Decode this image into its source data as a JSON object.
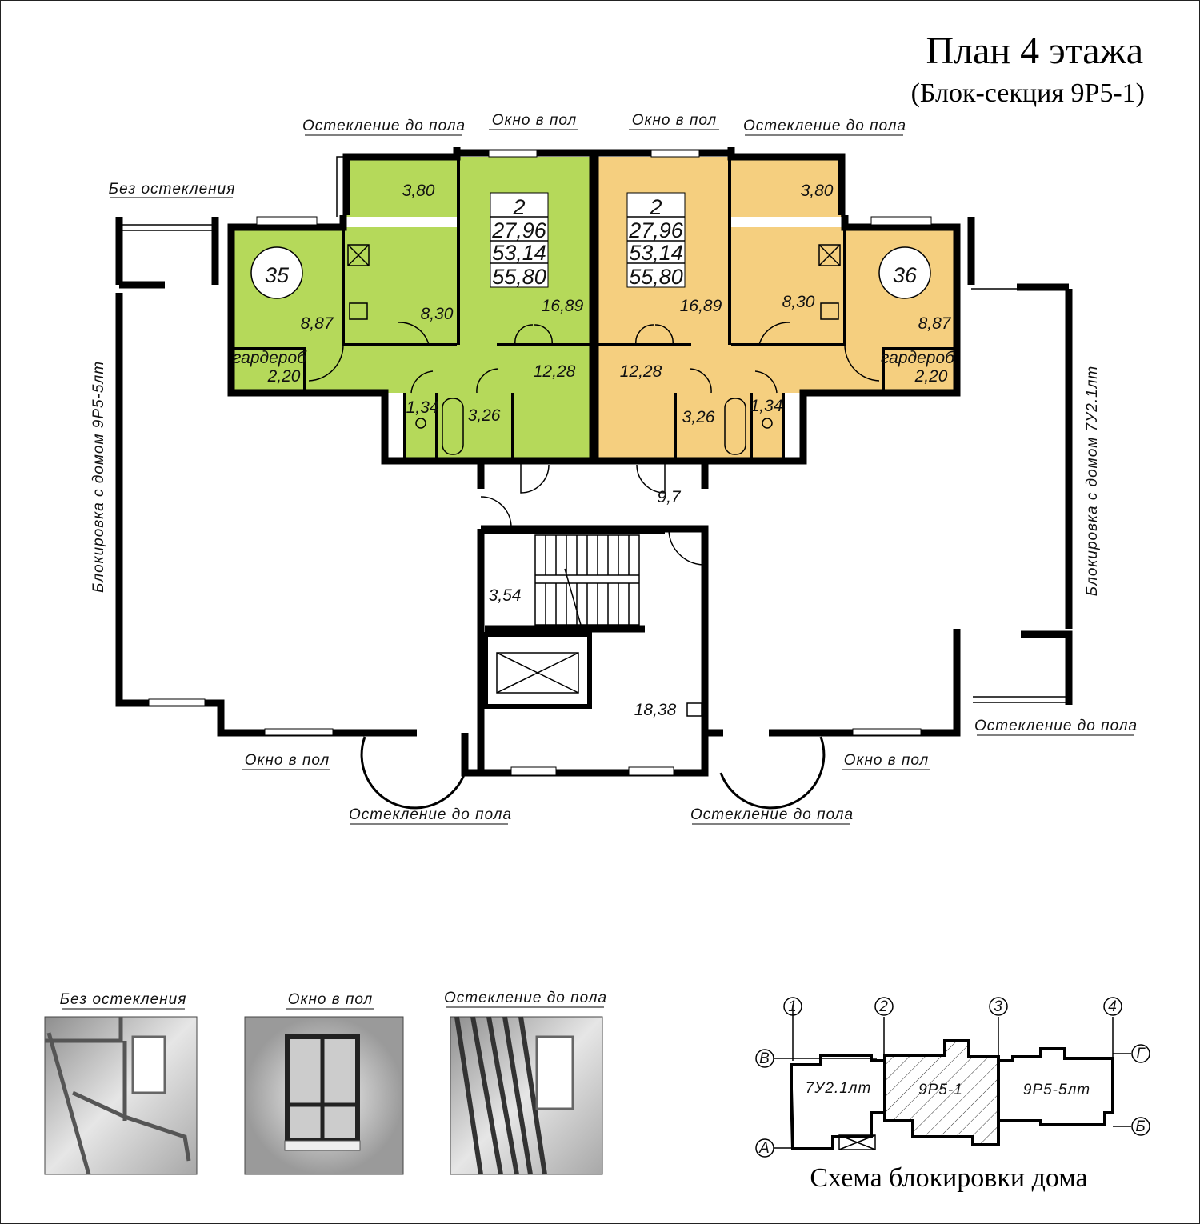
{
  "title": "План 4 этажа",
  "subtitle": "(Блок-секция 9Р5-1)",
  "colors": {
    "apartment_35": "#b5d95a",
    "apartment_36": "#f5cf7f",
    "walls": "#000000"
  },
  "glazing_labels": {
    "top_left_glazing": "Остекление до пола",
    "top_left_window": "Окно в пол",
    "top_right_window": "Окно в пол",
    "top_right_glazing": "Остекление до пола",
    "left_no_glazing": "Без остекления",
    "bottom_left_window": "Окно в пол",
    "bottom_left_glazing": "Остекление до пола",
    "bottom_right_window": "Окно в пол",
    "bottom_right_glazing": "Остекление до пола",
    "right_glazing": "Остекление до пола"
  },
  "blocking": {
    "left": "Блокировка с домом 9Р5-5лт",
    "right": "Блокировка с домом 7У2.1лт"
  },
  "apartments": [
    {
      "number": "35",
      "rooms": "2",
      "living": "27,96",
      "total": "53,14",
      "total_with_balcony": "55,80",
      "areas": {
        "balcony": "3,80",
        "bedroom": "8,87",
        "kitchen": "8,30",
        "living_room": "16,89",
        "wardrobe_label": "гардероб",
        "wardrobe": "2,20",
        "hall": "12,28",
        "wc": "1,34",
        "bath": "3,26"
      }
    },
    {
      "number": "36",
      "rooms": "2",
      "living": "27,96",
      "total": "53,14",
      "total_with_balcony": "55,80",
      "areas": {
        "balcony": "3,80",
        "bedroom": "8,87",
        "kitchen": "8,30",
        "living_room": "16,89",
        "wardrobe_label": "гардероб",
        "wardrobe": "2,20",
        "hall": "12,28",
        "wc": "1,34",
        "bath": "3,26"
      }
    }
  ],
  "core": {
    "corridor": "9,7",
    "storage": "3,54",
    "lobby": "18,38"
  },
  "legend": [
    {
      "label": "Без остекления"
    },
    {
      "label": "Окно в пол"
    },
    {
      "label": "Остекление до пола"
    }
  ],
  "schema": {
    "title": "Схема блокировки дома",
    "axes": [
      "1",
      "2",
      "3",
      "4",
      "В",
      "Г",
      "А",
      "Б"
    ],
    "blocks": [
      "7У2.1лт",
      "9Р5-1",
      "9Р5-5лт"
    ]
  }
}
